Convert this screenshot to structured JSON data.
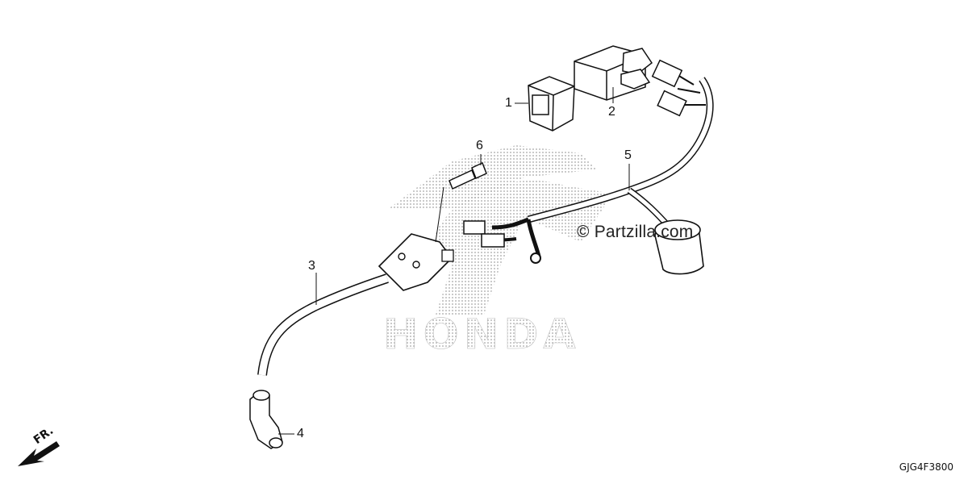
{
  "callouts": [
    {
      "number": "1"
    },
    {
      "number": "2"
    },
    {
      "number": "3"
    },
    {
      "number": "4"
    },
    {
      "number": "5"
    },
    {
      "number": "6"
    }
  ],
  "watermark_text": "© Partzilla.com",
  "background_logo_text": "HONDA",
  "direction_label": "FR.",
  "diagram_code": "GJG4F3800"
}
